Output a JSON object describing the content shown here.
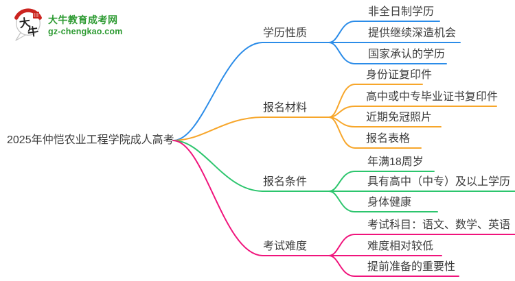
{
  "logo": {
    "site_name": "大牛教育成考网",
    "site_url": "gz-chengkao.com",
    "icon_char_1": "大",
    "icon_char_2": "牛",
    "brand_green": "#2E9B33",
    "seal_red": "#C9241C"
  },
  "title": "2025年仲恺农业工程学院成人高考",
  "text_color": "#3C3C3C",
  "mindmap": {
    "branches": [
      {
        "label": "学历性质",
        "color": "#2B8CE8",
        "children": [
          "非全日制学历",
          "提供继续深造机会",
          "国家承认的学历"
        ]
      },
      {
        "label": "报名材料",
        "color": "#F7A62A",
        "children": [
          "身份证复印件",
          "高中或中专毕业证书复印件",
          "近期免冠照片",
          "报名表格"
        ]
      },
      {
        "label": "报名条件",
        "color": "#2CC56D",
        "children": [
          "年满18周岁",
          "具有高中（中专）及以上学历",
          "身体健康"
        ]
      },
      {
        "label": "考试难度",
        "color": "#F0147C",
        "children": [
          "考试科目：语文、数学、英语",
          "难度相对较低",
          "提前准备的重要性"
        ]
      }
    ]
  }
}
